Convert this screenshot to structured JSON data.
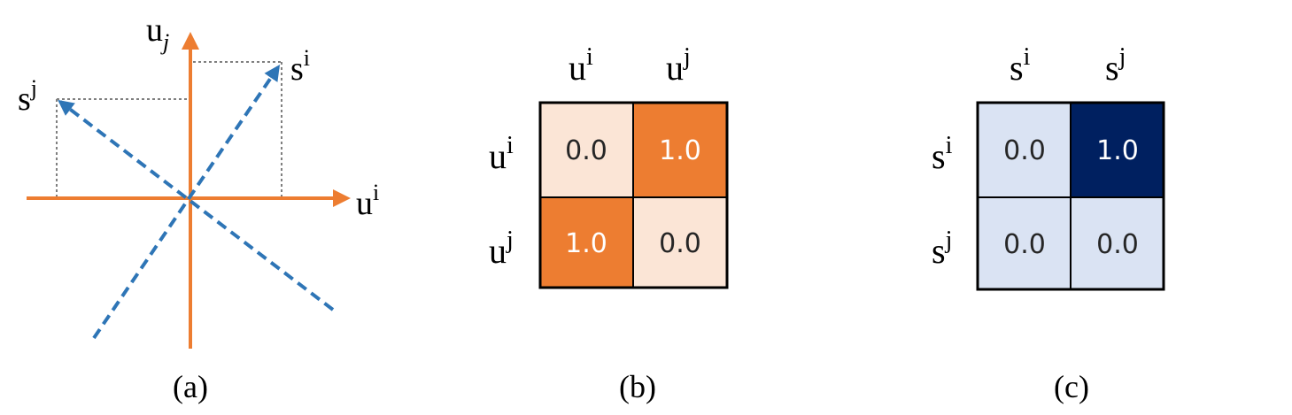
{
  "colors": {
    "axis": "#ED7D31",
    "vector": "#2E75B6",
    "guide": "#7F7F7F",
    "orange_light": "#FBE5D6",
    "orange_dark": "#ED7D31",
    "blue_light": "#DAE3F3",
    "blue_dark": "#002060",
    "text_dark": "#262626",
    "text_light": "#FFFFFF"
  },
  "panel_a": {
    "label": "(a)",
    "axis_h": {
      "base": "u",
      "sup": "i"
    },
    "axis_v": {
      "base": "u",
      "sub": "j"
    },
    "vec_i": {
      "base": "s",
      "sup": "i"
    },
    "vec_j": {
      "base": "s",
      "sup": "j"
    }
  },
  "panel_b": {
    "label": "(b)",
    "cols": [
      {
        "base": "u",
        "sup": "i"
      },
      {
        "base": "u",
        "sup": "j"
      }
    ],
    "rows": [
      {
        "base": "u",
        "sup": "i"
      },
      {
        "base": "u",
        "sup": "j"
      }
    ],
    "cells": [
      [
        "0.0",
        "1.0"
      ],
      [
        "1.0",
        "0.0"
      ]
    ]
  },
  "panel_c": {
    "label": "(c)",
    "cols": [
      {
        "base": "s",
        "sup": "i"
      },
      {
        "base": "s",
        "sup": "j"
      }
    ],
    "rows": [
      {
        "base": "s",
        "sup": "i"
      },
      {
        "base": "s",
        "sup": "j"
      }
    ],
    "cells": [
      [
        "0.0",
        "1.0"
      ],
      [
        "0.0",
        "0.0"
      ]
    ]
  }
}
